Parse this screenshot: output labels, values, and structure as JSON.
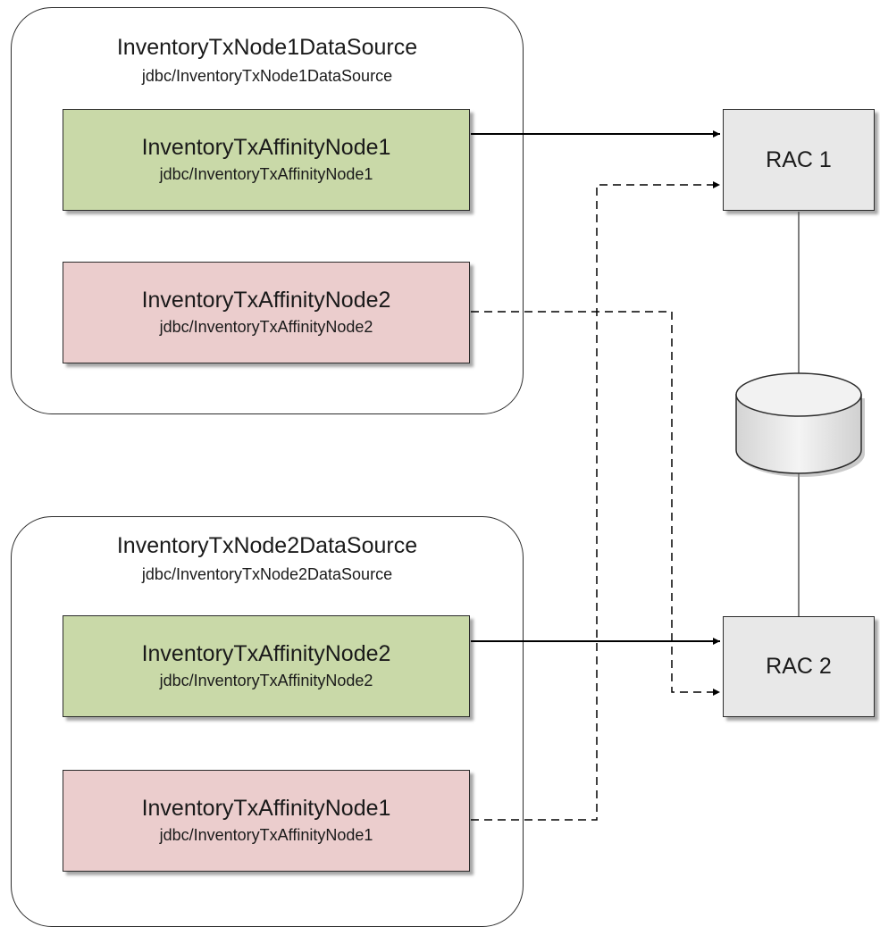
{
  "colors": {
    "primary_pool": "#c9d9a8",
    "failover_pool": "#ebcdcd",
    "rac_node": "#e8e8e8",
    "outline": "#2b2b2b",
    "database": "#e6e6e6"
  },
  "groups": [
    {
      "title": "InventoryTxNode1DataSource",
      "jndi": "jdbc/InventoryTxNode1DataSource",
      "pools": [
        {
          "name": "InventoryTxAffinityNode1",
          "jndi": "jdbc/InventoryTxAffinityNode1",
          "role": "primary"
        },
        {
          "name": "InventoryTxAffinityNode2",
          "jndi": "jdbc/InventoryTxAffinityNode2",
          "role": "failover"
        }
      ]
    },
    {
      "title": "InventoryTxNode2DataSource",
      "jndi": "jdbc/InventoryTxNode2DataSource",
      "pools": [
        {
          "name": "InventoryTxAffinityNode2",
          "jndi": "jdbc/InventoryTxAffinityNode2",
          "role": "primary"
        },
        {
          "name": "InventoryTxAffinityNode1",
          "jndi": "jdbc/InventoryTxAffinityNode1",
          "role": "failover"
        }
      ]
    }
  ],
  "rac": [
    {
      "label": "RAC 1"
    },
    {
      "label": "RAC 2"
    }
  ],
  "database": {
    "icon": "database-cylinder-icon"
  },
  "connections": [
    {
      "from": "InventoryTxNode1DataSource / InventoryTxAffinityNode1",
      "to": "RAC 1",
      "style": "solid"
    },
    {
      "from": "InventoryTxNode1DataSource / InventoryTxAffinityNode2",
      "to": "RAC 2",
      "style": "dashed"
    },
    {
      "from": "InventoryTxNode2DataSource / InventoryTxAffinityNode2",
      "to": "RAC 2",
      "style": "solid"
    },
    {
      "from": "InventoryTxNode2DataSource / InventoryTxAffinityNode1",
      "to": "RAC 1",
      "style": "dashed"
    }
  ]
}
